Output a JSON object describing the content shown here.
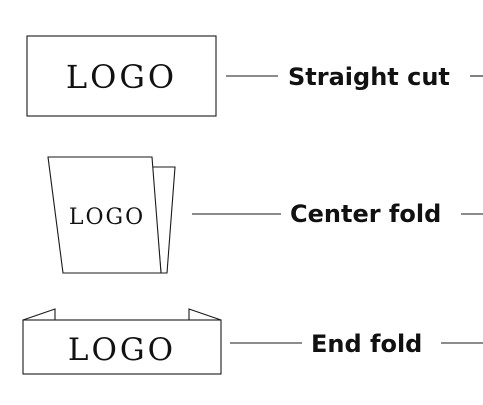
{
  "labels": [
    {
      "logo": "LOGO",
      "text": "Straight cut"
    },
    {
      "logo": "LOGO",
      "text": "Center fold"
    },
    {
      "logo": "LOGO",
      "text": "End fold"
    }
  ],
  "colors": {
    "line": "#1a1a1a",
    "text": "#111111",
    "background": "#ffffff"
  }
}
